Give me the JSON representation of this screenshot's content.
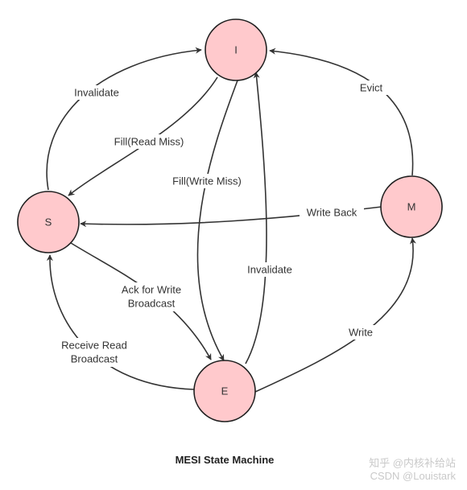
{
  "diagram": {
    "caption": "MESI State Machine",
    "colors": {
      "node_fill": "#ffc9cc",
      "node_stroke": "#1f1f1f",
      "edge": "#333333"
    },
    "states": {
      "invalid": "I",
      "shared": "S",
      "modified": "M",
      "exclusive": "E"
    },
    "transitions": {
      "s_to_i": "Invalidate",
      "i_to_s": "Fill(Read Miss)",
      "i_to_e": "Fill(Write Miss)",
      "m_to_i": "Evict",
      "m_to_s": "Write Back",
      "e_to_i": "Invalidate",
      "s_to_e_line1": "Ack for Write",
      "s_to_e_line2": "Broadcast",
      "e_to_s_line1": "Receive Read",
      "e_to_s_line2": "Broadcast",
      "e_to_m": "Write"
    }
  },
  "watermark": {
    "line1": "知乎 @内核补给站",
    "line2": "CSDN @Louistark"
  }
}
